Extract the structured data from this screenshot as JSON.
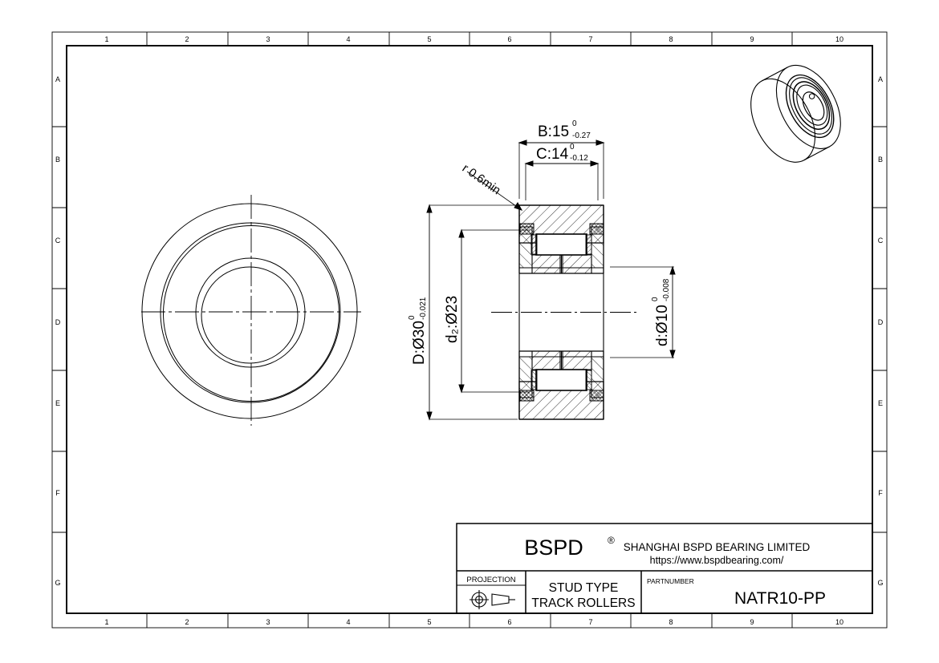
{
  "drawing": {
    "title": "Technical drawing sheet",
    "frame": {
      "columns": [
        "1",
        "2",
        "3",
        "4",
        "5",
        "6",
        "7",
        "8",
        "9",
        "10"
      ],
      "rows": [
        "A",
        "B",
        "C",
        "D",
        "E",
        "F",
        "G"
      ]
    },
    "dimensions": {
      "width_b": {
        "label": "B:15",
        "tol_upper": "0",
        "tol_lower": "-0.27"
      },
      "width_c": {
        "label": "C:14",
        "tol_upper": "0",
        "tol_lower": "-0.12"
      },
      "outer_diameter": {
        "label": "D:Ø30",
        "tol_upper": "0",
        "tol_lower": "-0.021"
      },
      "inner_race_diameter": {
        "label": "d₂:Ø23",
        "tol_upper": "",
        "tol_lower": ""
      },
      "bore_diameter": {
        "label": "d:Ø10",
        "tol_upper": "0",
        "tol_lower": "-0.008"
      },
      "chamfer_radius": {
        "label": "r 0.6min"
      }
    }
  },
  "title_block": {
    "brand": "BSPD",
    "brand_mark": "®",
    "company": "SHANGHAI BSPD BEARING LIMITED",
    "website": "https://www.bspdbearing.com/",
    "projection_label": "PROJECTION",
    "product_type_line1": "STUD TYPE",
    "product_type_line2": "TRACK ROLLERS",
    "partnumber_label": "PARTNUMBER",
    "partnumber_value": "NATR10-PP"
  },
  "colors": {
    "line": "#000000",
    "background": "#ffffff"
  }
}
